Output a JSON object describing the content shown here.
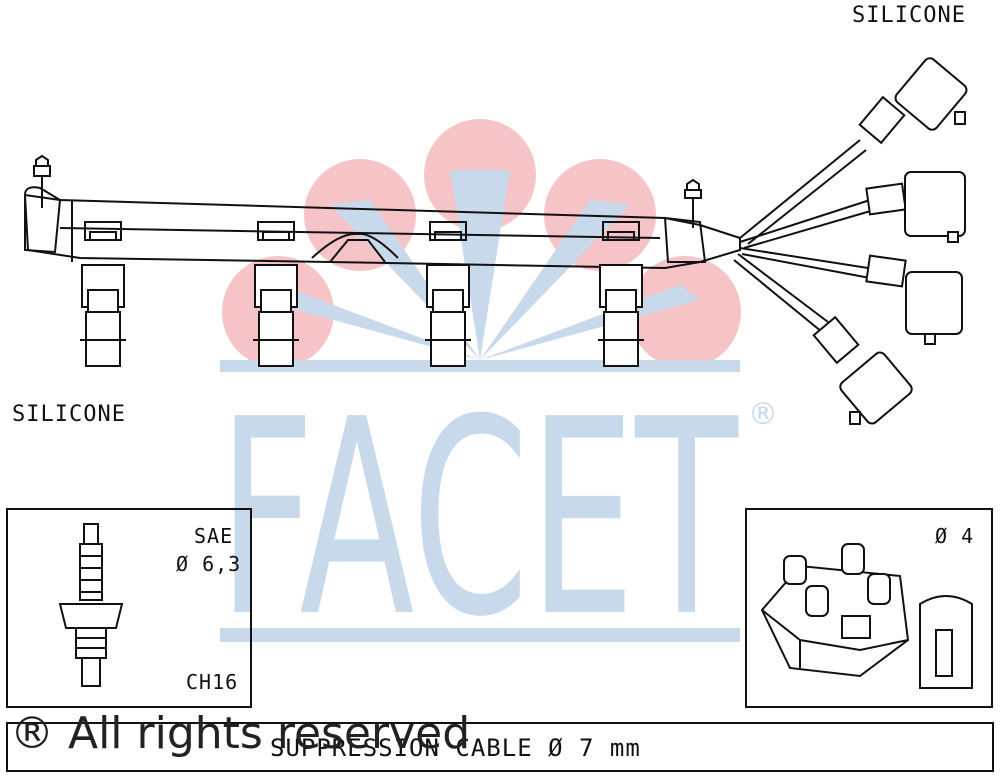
{
  "labels": {
    "silicone_top": "SILICONE",
    "silicone_left": "SILICONE",
    "spark_plug_standard": "SAE",
    "spark_plug_diameter": "Ø 6,3",
    "spark_plug_code": "CH16",
    "coil_diameter": "Ø 4",
    "cable_spec": "SUPPRESSION CABLE  Ø  7 mm"
  },
  "watermark": {
    "logo_text": "FACET",
    "registered_mark": "®",
    "rights_text": "® All rights reserved",
    "colors": {
      "logo_blue": "#c9d9ec",
      "circle_pink": "#f6c3c7"
    }
  },
  "colors": {
    "line": "#111111",
    "background": "#ffffff"
  }
}
